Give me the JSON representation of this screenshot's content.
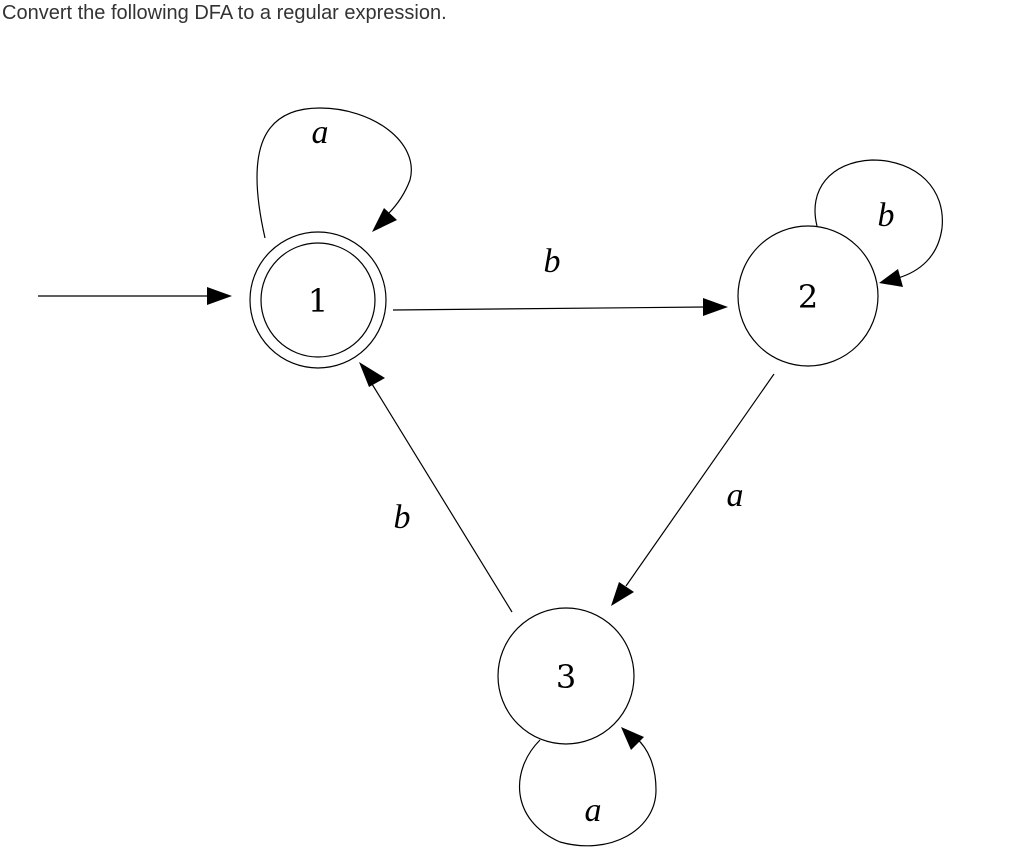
{
  "question": "Convert the following DFA to a regular expression.",
  "dfa": {
    "states": [
      {
        "id": "1",
        "label": "1",
        "start": true,
        "accepting": true
      },
      {
        "id": "2",
        "label": "2",
        "start": false,
        "accepting": false
      },
      {
        "id": "3",
        "label": "3",
        "start": false,
        "accepting": false
      }
    ],
    "transitions": [
      {
        "from": "1",
        "to": "1",
        "symbol": "a"
      },
      {
        "from": "1",
        "to": "2",
        "symbol": "b"
      },
      {
        "from": "2",
        "to": "2",
        "symbol": "b"
      },
      {
        "from": "2",
        "to": "3",
        "symbol": "a"
      },
      {
        "from": "3",
        "to": "3",
        "symbol": "a"
      },
      {
        "from": "3",
        "to": "1",
        "symbol": "b"
      }
    ]
  }
}
